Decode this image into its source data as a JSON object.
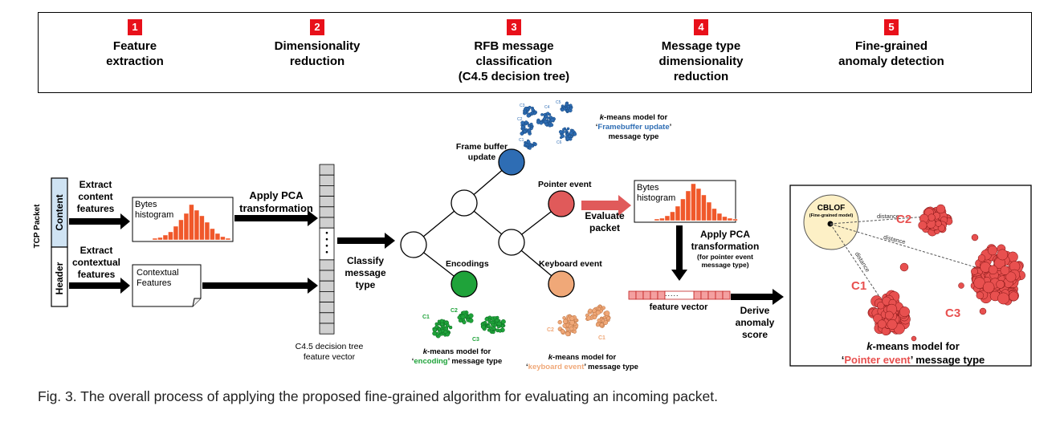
{
  "steps": [
    {
      "num": "1",
      "label": "Feature\nextraction"
    },
    {
      "num": "2",
      "label": "Dimensionality\nreduction"
    },
    {
      "num": "3",
      "label": "RFB message\nclassification\n(C4.5 decision tree)"
    },
    {
      "num": "4",
      "label": "Message type\ndimensionality\nreduction"
    },
    {
      "num": "5",
      "label": "Fine-grained\nanomaly detection"
    }
  ],
  "packet": {
    "title": "TCP Packet",
    "content": "Content",
    "header": "Header"
  },
  "labels": {
    "extract_content": "Extract\ncontent\nfeatures",
    "extract_contextual": "Extract\ncontextual\nfeatures",
    "bytes_histogram": "Bytes\nhistogram",
    "contextual_features": "Contextual\nFeatures",
    "apply_pca": "Apply PCA\ntransformation",
    "c45_vector": "C4.5 decision tree\nfeature vector",
    "classify": "Classify\nmessage\ntype",
    "frame_buffer": "Frame buffer\nupdate",
    "encodings": "Encodings",
    "pointer_event": "Pointer event",
    "keyboard_event": "Keyboard event",
    "evaluate_packet": "Evaluate\npacket",
    "bytes_histogram2": "Bytes\nhistogram",
    "apply_pca2": "Apply PCA\ntransformation",
    "apply_pca2_sub": "(for pointer event\nmessage type)",
    "feature_vector": "feature vector",
    "derive_score": "Derive\nanomaly\nscore",
    "cblof": "CBLOF",
    "cblof_sub": "(Fine-grained model)",
    "distance": "distance",
    "c1": "C1",
    "c2": "C2",
    "c3": "C3",
    "ellipsis": "....."
  },
  "kmeans": {
    "framebuffer": {
      "prefix": "k",
      "pre": "-means model for",
      "q1": "‘",
      "name": "Framebuffer update",
      "q2": "’",
      "post": "message type"
    },
    "encoding": {
      "prefix": "k",
      "pre": "-means model for",
      "q1": "‘",
      "name": "encoding",
      "q2": "’",
      "post": " message type"
    },
    "keyboard": {
      "prefix": "k",
      "pre": "-means model for",
      "q1": "‘",
      "name": "keyboard event",
      "q2": "’",
      "post": " message type"
    },
    "pointer": {
      "prefix": "k",
      "pre": "-means model for",
      "q1": "‘",
      "name": "Pointer event",
      "q2": "’",
      "post": " message type"
    }
  },
  "small_clusters": {
    "c1": "C1",
    "c2": "C2",
    "c3": "C3",
    "c4": "C4",
    "c5": "C5",
    "c6": "C6"
  },
  "caption": "Fig. 3. The overall process of applying the proposed fine-grained algorithm for evaluating an incoming packet.",
  "colors": {
    "step_badge": "#e8101a",
    "histogram": "#f0582a",
    "framebuffer": "#2e6db4",
    "encoding": "#1fa33a",
    "pointer": "#e05a5a",
    "keyboard": "#f0a878",
    "cluster_red": "#e8504f",
    "cblof_fill": "#fdf0c6",
    "packet_content": "#cfe3f3"
  }
}
